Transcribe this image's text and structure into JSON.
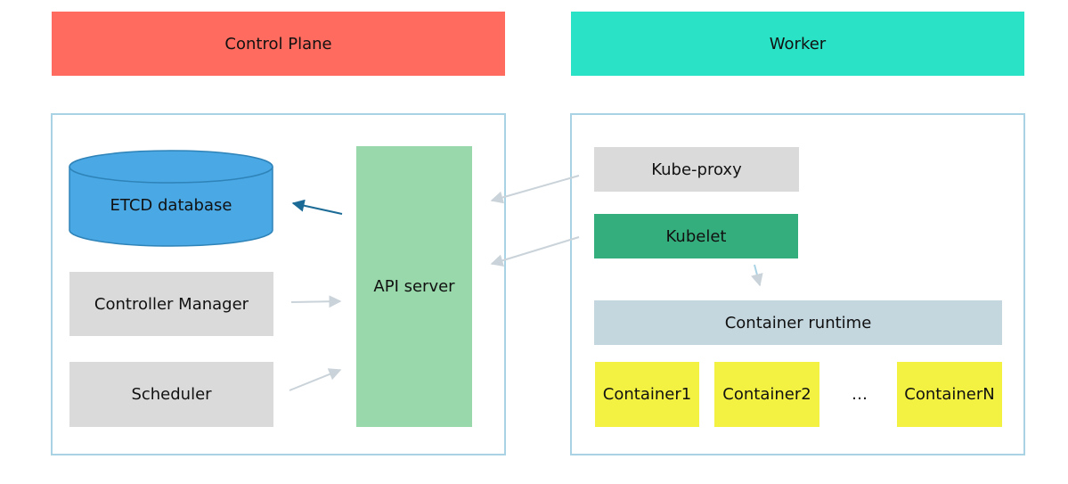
{
  "colors": {
    "control_plane_header": "#ff6b5e",
    "worker_header": "#2ae2c5",
    "panel_border": "#a9d3e4",
    "grey_box": "#dadada",
    "api_server": "#99d8aa",
    "etcd": "#4aa8e4",
    "kubelet": "#35ae7e",
    "container_runtime": "#c4d7df",
    "container": "#f3f141",
    "arrow_light": "#c9d3d9",
    "arrow_dark": "#1c6b96"
  },
  "control_plane": {
    "title": "Control Plane",
    "etcd_label": "ETCD database",
    "controller_manager_label": "Controller Manager",
    "scheduler_label": "Scheduler",
    "api_server_label": "API server"
  },
  "worker": {
    "title": "Worker",
    "kube_proxy_label": "Kube-proxy",
    "kubelet_label": "Kubelet",
    "container_runtime_label": "Container runtime",
    "containers": [
      "Container1",
      "Container2",
      "…",
      "ContainerN"
    ]
  }
}
